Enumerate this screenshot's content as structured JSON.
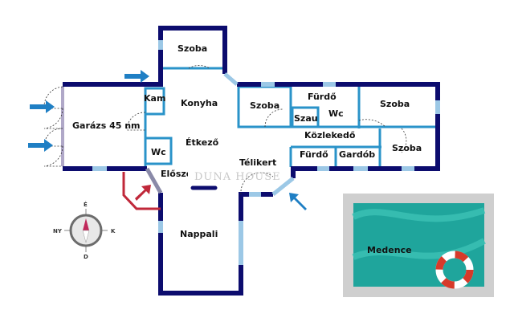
{
  "rooms": {
    "szoba_top": "Szoba",
    "kam": "Kam",
    "konyha": "Konyha",
    "garazs": "Garázs 45 nm",
    "etkezo": "Étkező",
    "wc_left": "Wc",
    "elosz": "Előszoba",
    "nappali": "Nappali",
    "szoba_mid": "Szoba",
    "furdo_top": "Fürdő",
    "szau": "Szau",
    "wc_right": "Wc",
    "szoba_right_top": "Szoba",
    "kozlekedo": "Közlekedő",
    "furdo_bottom": "Fürdő",
    "gardob": "Gardób",
    "szoba_right_bottom": "Szoba",
    "telikert": "Télikert",
    "medence": "Medence"
  },
  "compass": {
    "north": "É",
    "east": "K",
    "south": "D",
    "west": "NY"
  },
  "watermark": "DUNA HOUSE",
  "colors": {
    "wall": "#0c0c6e",
    "inner_wall": "#2a93c9",
    "window": "#9cc8e6",
    "arrow": "#1f7fc4",
    "entrance_arrow": "#c0283a",
    "pool": "#1fa59c"
  }
}
